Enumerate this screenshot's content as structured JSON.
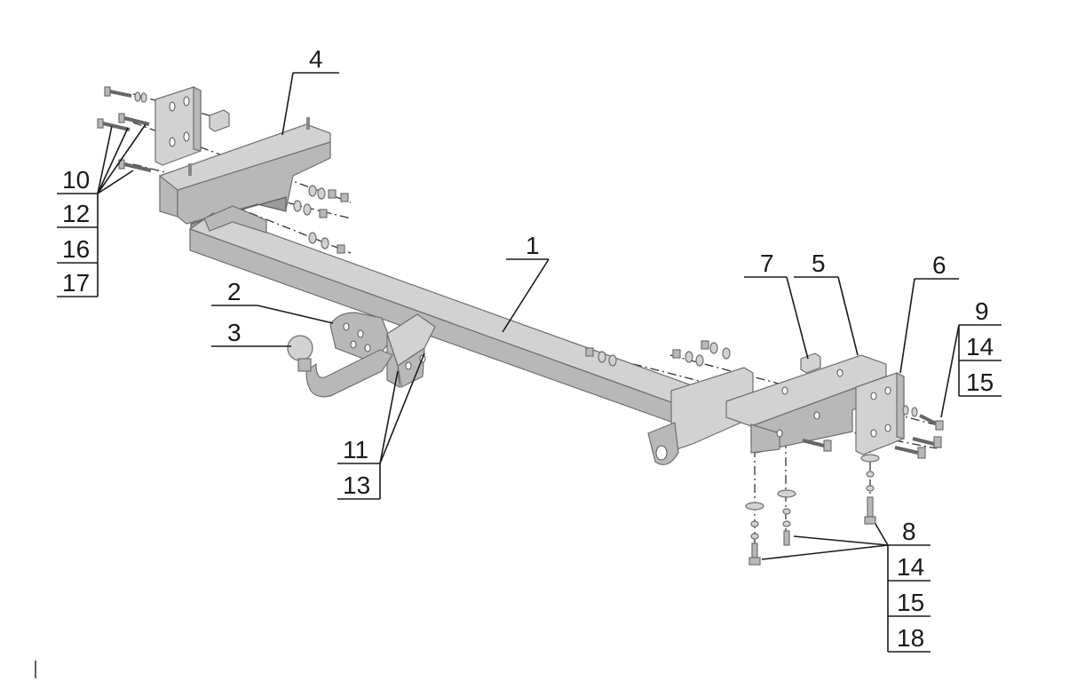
{
  "callouts": {
    "c1": "1",
    "c2": "2",
    "c3": "3",
    "c4": "4",
    "c5": "5",
    "c6": "6",
    "c7": "7",
    "c8": "8",
    "c8_14": "14",
    "c8_15": "15",
    "c8_18": "18",
    "c9": "9",
    "c9_14": "14",
    "c9_15": "15",
    "c10": "10",
    "c10_12": "12",
    "c10_16": "16",
    "c10_17": "17",
    "c11": "11",
    "c13": "13"
  },
  "colors": {
    "metal": "#b8b8b8",
    "metal_light": "#d2d2d2",
    "metal_dark": "#9a9a9a",
    "line": "#1a1a1a"
  }
}
